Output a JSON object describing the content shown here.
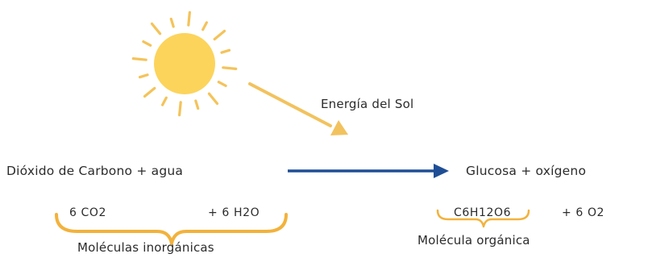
{
  "labels": {
    "energy": "Energía del Sol",
    "reactants": "Dióxido de Carbono + agua",
    "products": "Glucosa + oxígeno",
    "co2": "6 CO2",
    "h2o": "+ 6 H2O",
    "glucose": "C6H12O6",
    "o2": "+ 6 O2",
    "inorganic": "Moléculas inorgánicas",
    "organic": "Molécula orgánica"
  },
  "colors": {
    "sun_fill": "#fcd45c",
    "sun_rays": "#f4c35a",
    "energy_arrow": "#f2c25e",
    "reaction_arrow": "#1f4e96",
    "brace": "#f2b23c",
    "text": "#2b2b2b"
  }
}
